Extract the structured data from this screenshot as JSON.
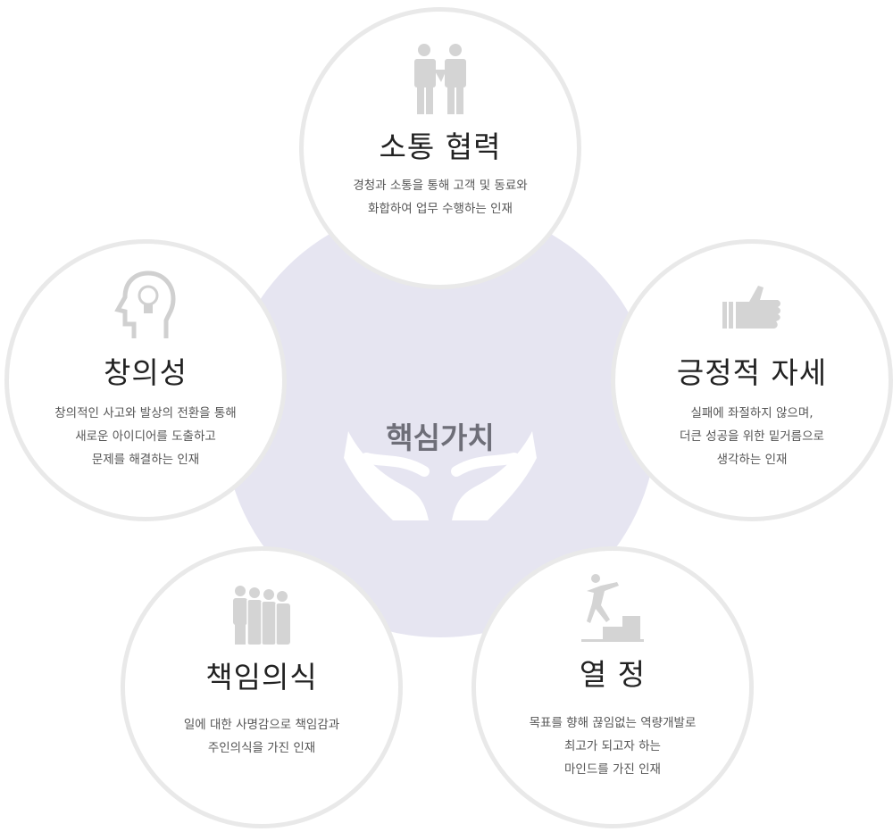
{
  "center": {
    "title": "핵심가치",
    "icon": "hands-icon"
  },
  "values": [
    {
      "id": "communication",
      "icon": "handshake-people-icon",
      "title": "소통 협력",
      "lines": [
        "경청과 소통을 통해 고객 및 동료와",
        "화합하여 업무 수행하는 인재"
      ]
    },
    {
      "id": "creativity",
      "icon": "head-lightbulb-icon",
      "title": "창의성",
      "lines": [
        "창의적인 사고와 발상의 전환을 통해",
        "새로운 아이디어를 도출하고",
        "문제를 해결하는 인재"
      ]
    },
    {
      "id": "positive",
      "icon": "thumbs-up-icon",
      "title": "긍정적 자세",
      "lines": [
        "실패에 좌절하지 않으며,",
        "더큰 성공을 위한 밑거름으로",
        "생각하는 인재"
      ]
    },
    {
      "id": "responsibility",
      "icon": "group-people-icon",
      "title": "책임의식",
      "lines": [
        "일에 대한 사명감으로 책임감과",
        "주인의식을 가진 인재"
      ]
    },
    {
      "id": "passion",
      "icon": "stairs-runner-icon",
      "title": "열 정",
      "lines": [
        "목표를 향해 끊임없는 역량개발로",
        "최고가 되고자 하는",
        "마인드를 가진 인재"
      ]
    }
  ],
  "colors": {
    "core": "#e6e5f1",
    "border": "#e9e9e9",
    "icon": "#d4d4d4"
  }
}
